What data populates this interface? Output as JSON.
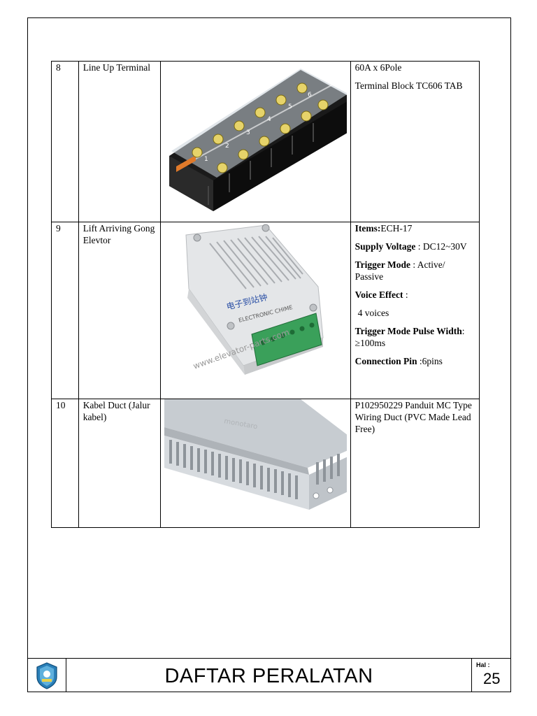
{
  "rows": [
    {
      "no": "8",
      "name": "Line Up Terminal",
      "image": "terminal-block-photo",
      "specs": {
        "line1": "60A x 6Pole",
        "line2": "Terminal Block TC606 TAB"
      }
    },
    {
      "no": "9",
      "name": "Lift Arriving Gong Elevtor",
      "image": "electronic-chime-photo",
      "image_text": {
        "chime_cn": "电子到站钟",
        "chime_en": "ELECTRONIC CHIME",
        "watermark": "www.elevator-parts.com"
      },
      "specs": {
        "items_label": "Items:",
        "items_value": "ECH-17",
        "voltage_label": "Supply Voltage",
        "voltage_value": " : DC12~30V",
        "trigger_label": "Trigger Mode",
        "trigger_value": " : Active/ Passive",
        "voice_label": "Voice Effect",
        "voice_value": " :",
        "voices": "4 voices",
        "pulse_label": "Trigger Mode Pulse Width",
        "pulse_value": ": ≥100ms",
        "pin_label": "Connection Pin",
        "pin_value": " :6pins"
      }
    },
    {
      "no": "10",
      "name": "Kabel Duct (Jalur kabel)",
      "image": "wiring-duct-photo",
      "image_text": {
        "watermark": "monotaro"
      },
      "specs": {
        "line1": "P102950229 Panduit MC Type Wiring Duct (PVC Made Lead Free)"
      }
    }
  ],
  "footer": {
    "logo": "institution-logo",
    "title": "DAFTAR PERALATAN",
    "page_label": "Hal :",
    "page_number": "25"
  }
}
